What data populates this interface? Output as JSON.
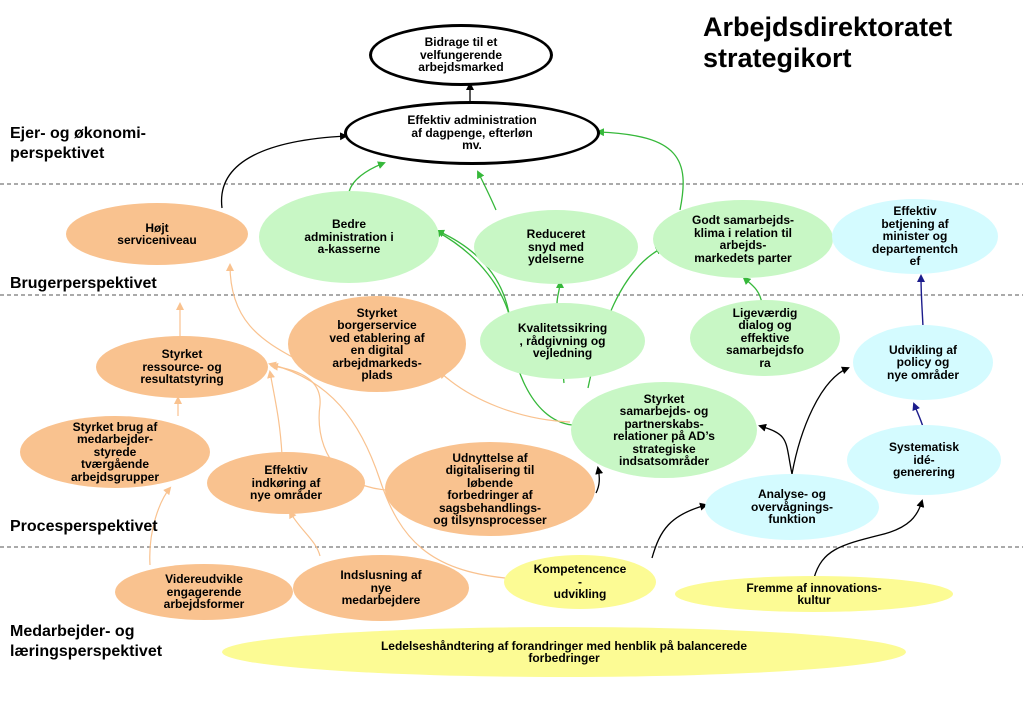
{
  "title": {
    "line1": "Arbejdsdirektoratet",
    "line2": "strategikort"
  },
  "perspectives": {
    "ejer_line1": "Ejer- og økonomi-",
    "ejer_line2": "perspektivet",
    "bruger": "Brugerperspektivet",
    "proces": "Procesperspektivet",
    "medarbejder_line1": "Medarbejder- og",
    "medarbejder_line2": "læringsperspektivet"
  },
  "nodes": {
    "bidrage": "Bidrage til et\nvelfungerende\narbejdsmarked",
    "effektiv_admin": "Effektiv administration\naf dagpenge, efterløn\nmv.",
    "hojt_service": "Højt\nserviceniveau",
    "bedre_admin": "Bedre\nadministration i\na-kasserne",
    "reduceret_snyd": "Reduceret\nsnyd med\nydelserne",
    "godt_samarbejde": "Godt samarbejds-\nklima i relation til\narbejds-\nmarkedets parter",
    "effektiv_betjening": "Effektiv\nbetjening af\nminister og\ndepartementch\nef",
    "styrket_borgerservice": "Styrket\nborgerservice\nved etablering af\nen digital\narbejdmarkeds-\nplads",
    "kvalitetssikring": "Kvalitetssikring\n, rådgivning og\nvejledning",
    "ligevaerdig": "Ligeværdig\ndialog og\neffektive\nsamarbejdsfo\nra",
    "udvikling_policy": "Udvikling af\npolicy og\nnye områder",
    "styrket_ressource": "Styrket\nressource- og\nresultatstyring",
    "styrket_samarbejds": "Styrket\nsamarbejds- og\npartnerskabs-\nrelationer på AD’s\nstrategiske\nindsatsområder",
    "styrket_brug": "Styrket brug af\nmedarbejder-\nstyrede\ntværgående\narbejdsgrupper",
    "effektiv_indkoring": "Effektiv\nindkøring af\nnye områder",
    "udnyttelse": "Udnyttelse af\ndigitalisering til\nløbende\nforbedringer af\nsagsbehandlings-\nog tilsynsprocesser",
    "systematisk": "Systematisk\nidé-\ngenerering",
    "analyse": "Analyse- og\novervågnings-\nfunktion",
    "videreudvikle": "Videreudvikle\nengagerende\narbejdsformer",
    "indslusning": "Indslusning af\nnye\nmedarbejdere",
    "kompetence": "Kompetencence\n-\nudvikling",
    "fremme": "Fremme af innovations-\nkultur",
    "ledelse": "Ledelseshåndtering af forandringer med henblik på balancerede\nforbedringer"
  },
  "colors": {
    "orange": "#f9c28f",
    "green": "#c8f7c5",
    "cyan": "#d4fbff",
    "yellow": "#fcfb94",
    "green_arrow": "#36b83a",
    "orange_arrow": "#f9c28f",
    "navy_arrow": "#1c1c8c"
  }
}
